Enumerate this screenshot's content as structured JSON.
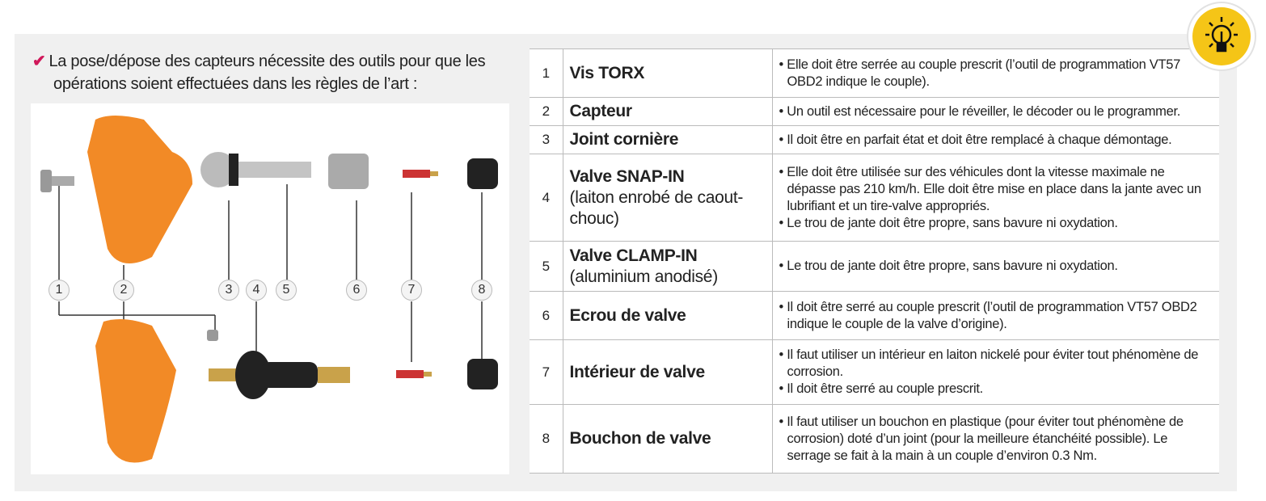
{
  "intro": {
    "text": "La pose/dépose des capteurs nécessite des outils pour que les opérations soient effectuées dans les règles de l’art :"
  },
  "figure": {
    "labels": [
      "1",
      "2",
      "3",
      "4",
      "5",
      "6",
      "7",
      "8"
    ]
  },
  "colors": {
    "accent": "#d0185a",
    "bulb": "#f5c517",
    "sensor": "#f28a26"
  },
  "rows": [
    {
      "num": "1",
      "name": "Vis TORX",
      "sub": "",
      "desc": [
        "Elle doit être serrée au couple prescrit (l’outil de programmation VT57 OBD2 indique le couple)."
      ]
    },
    {
      "num": "2",
      "name": "Capteur",
      "sub": "",
      "desc": [
        "Un outil est nécessaire pour le réveiller, le décoder ou le programmer."
      ]
    },
    {
      "num": "3",
      "name": "Joint cornière",
      "sub": "",
      "desc": [
        "Il doit être en parfait état et doit être remplacé à chaque démontage."
      ]
    },
    {
      "num": "4",
      "name": "Valve SNAP-IN",
      "sub": "(laiton enrobé de caout-chouc)",
      "desc": [
        "Elle doit être utilisée sur des véhicules dont la vitesse maximale ne dépasse pas 210 km/h. Elle doit être mise en place dans la jante avec un lubrifiant et un tire-valve appropriés.",
        "Le trou de jante doit être propre, sans bavure ni oxydation."
      ]
    },
    {
      "num": "5",
      "name": "Valve CLAMP-IN",
      "sub": "(aluminium anodisé)",
      "desc": [
        "Le trou de jante doit être propre, sans bavure ni oxydation."
      ]
    },
    {
      "num": "6",
      "name": "Ecrou de valve",
      "sub": "",
      "desc": [
        "Il doit être serré au couple prescrit (l’outil de programmation VT57 OBD2 indique le couple de la valve d’origine)."
      ]
    },
    {
      "num": "7",
      "name": "Intérieur de valve",
      "sub": "",
      "desc": [
        "Il faut utiliser un intérieur en laiton nickelé pour éviter tout phénomène de corrosion.",
        "Il doit être serré au couple prescrit."
      ]
    },
    {
      "num": "8",
      "name": "Bouchon de valve",
      "sub": "",
      "desc": [
        "Il faut utiliser un bouchon en plastique (pour éviter tout phénomène de corrosion) doté d’un joint (pour la meilleure étanchéité possible). Le serrage se fait à la main à un couple d’environ 0.3 Nm."
      ]
    }
  ]
}
